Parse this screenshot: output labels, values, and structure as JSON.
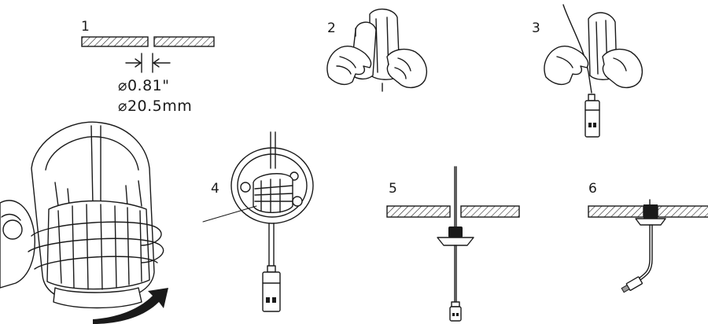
{
  "steps": [
    {
      "number": "1"
    },
    {
      "number": "2"
    },
    {
      "number": "3"
    },
    {
      "number": "4"
    },
    {
      "number": "5"
    },
    {
      "number": "6"
    }
  ],
  "dimension": {
    "inch": "⌀0.81\"",
    "mm": "⌀20.5mm"
  },
  "icons": [
    "hatched-ceiling-panel",
    "hand-icon",
    "grommet",
    "camera-module",
    "rotate-arrow-icon",
    "cable"
  ]
}
